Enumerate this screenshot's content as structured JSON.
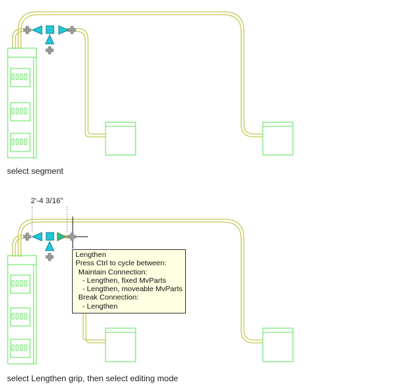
{
  "captions": {
    "top": "select segment",
    "bottom": "select Lengthen grip, then select editing mode"
  },
  "dimension": {
    "value": "2'-4 3/16\""
  },
  "tooltip": {
    "title": "Lengthen",
    "line1": "Press Ctrl to cycle between:",
    "line2": "Maintain Connection:",
    "line3": "- Lengthen, fixed MvParts",
    "line4": "- Lengthen, moveable MvParts",
    "line5": "Break Connection:",
    "line6": "- Lengthen"
  },
  "colors": {
    "segment": "#c8c85a",
    "equipment": "#5ee05e",
    "grip": "#22c8d8",
    "grip_stroke": "#006b80",
    "plus": "#808080",
    "tooltip_bg": "#ffffe1"
  }
}
